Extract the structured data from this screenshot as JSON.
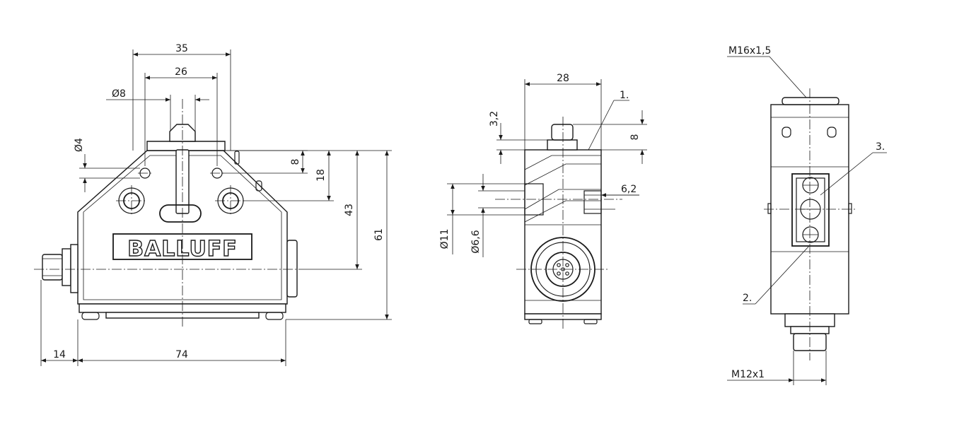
{
  "brand": "BALLUFF",
  "front_view": {
    "dims": {
      "w35": "35",
      "w26": "26",
      "d8": "Ø8",
      "d4": "Ø4",
      "h8": "8",
      "h18": "18",
      "h43": "43",
      "h61": "61",
      "w14": "14",
      "w74": "74"
    }
  },
  "side_view": {
    "dims": {
      "w28": "28",
      "h32": "3,2",
      "h8": "8",
      "d62": "6,2",
      "d11": "Ø11",
      "d66": "Ø6,6"
    },
    "callout_1": "1."
  },
  "end_view": {
    "thread_top": "M16x1,5",
    "thread_bottom": "M12x1",
    "callout_2": "2.",
    "callout_3": "3."
  },
  "colors": {
    "line": "#1a1a1a",
    "background": "#ffffff"
  }
}
